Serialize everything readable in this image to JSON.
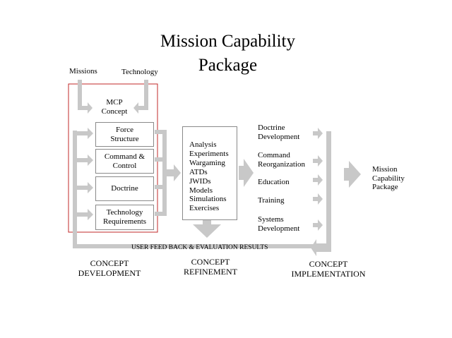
{
  "title": {
    "line1": "Mission Capability",
    "line2": "Package"
  },
  "inputs": {
    "missions": "Missions",
    "technology": "Technology"
  },
  "mcp": {
    "line1": "MCP",
    "line2": "Concept"
  },
  "components": [
    {
      "line1": "Force",
      "line2": "Structure"
    },
    {
      "line1": "Command &",
      "line2": "Control"
    },
    {
      "line1": "Doctrine",
      "line2": ""
    },
    {
      "line1": "Technology",
      "line2": "Requirements"
    }
  ],
  "refinement_items": [
    "Analysis",
    "Experiments",
    "Wargaming",
    "ATDs",
    "JWIDs",
    "Models",
    "Simulations",
    "Exercises"
  ],
  "implementation_items": [
    {
      "line1": "Doctrine",
      "line2": "Development"
    },
    {
      "line1": "Command",
      "line2": "Reorganization"
    },
    {
      "line1": "Education",
      "line2": ""
    },
    {
      "line1": "Training",
      "line2": ""
    },
    {
      "line1": "Systems",
      "line2": "Development"
    }
  ],
  "output": {
    "line1": "Mission",
    "line2": "Capability",
    "line3": "Package"
  },
  "feedback": "USER FEED BACK & EVALUATION RESULTS",
  "phases": {
    "development": {
      "line1": "CONCEPT",
      "line2": "DEVELOPMENT"
    },
    "refinement": {
      "line1": "CONCEPT",
      "line2": "REFINEMENT"
    },
    "implementation": {
      "line1": "CONCEPT",
      "line2": "IMPLEMENTATION"
    }
  },
  "colors": {
    "arrow": "#c8c8c8",
    "box_border": "#8a8a8a",
    "frame": "#c0282a"
  }
}
